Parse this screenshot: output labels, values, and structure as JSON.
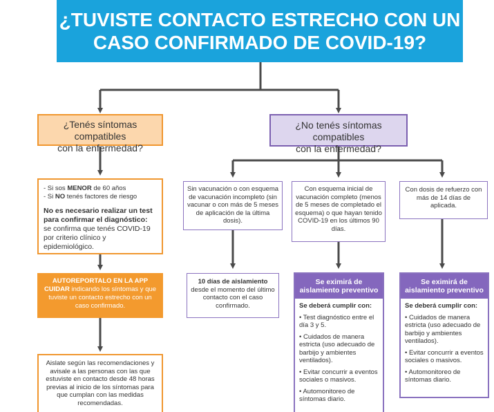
{
  "title": {
    "line1": "¿TUVISTE CONTACTO ESTRECHO CON UN",
    "line2": "CASO CONFIRMADO DE COVID-19?"
  },
  "left": {
    "question": {
      "line1": "¿Tenés síntomas compatibles",
      "line2": "con la enfermedad?"
    },
    "criteria": {
      "b1_pre": "- Si sos ",
      "b1_bold": "MENOR",
      "b1_post": " de 60 años",
      "b2_pre": "- Si ",
      "b2_bold": "NO",
      "b2_post": " tenés factores de riesgo",
      "note_bold": "No es necesario realizar un test para confirmar el diagnóstico:",
      "note_rest": " se confirma que tenés COVID-19 por criterio clínico y epidemiológico."
    },
    "report": {
      "bold": "AUTOREPORTALO EN LA APP CUIDAR",
      "rest": " indicando los síntomas y que tuviste un contacto estrecho con un caso confirmado."
    },
    "isolate": "Aislate según las recomendaciones y avisale a las personas con las que estuviste en contacto desde 48 horas previas al inicio de los síntomas para que cumplan con las medidas recomendadas."
  },
  "right": {
    "question": {
      "line1": "¿No tenés síntomas compatibles",
      "line2": "con la enfermedad?"
    },
    "col1": {
      "cond_pre": "Sin vacunación o con esquema de vacunación incompleto",
      "cond_rest": " (sin vacunar o con más de 5 meses de aplicación de la última dosis).",
      "result_bold": "10 días de aislamiento",
      "result_rest": " desde el momento del último contacto con el caso confirmado."
    },
    "col2": {
      "cond_bold1": "Con esquema inicial de vacunación completo",
      "cond_mid": " (menos de 5 meses de completado el esquema) o ",
      "cond_bold2": "que hayan tenido COVID-19 en los últimos 90 días.",
      "header_line1": "Se eximirá de",
      "header_line2": "aislamiento preventivo",
      "must": "Se deberá cumplir con:",
      "items": [
        "Test diagnóstico entre el día 3 y 5.",
        "Cuidados de manera estricta (uso adecuado de barbijo y ambientes ventilados).",
        "Evitar concurrir a eventos sociales o masivos.",
        "Automonitoreo de síntomas diario."
      ]
    },
    "col3": {
      "cond": "Con dosis de refuerzo con más de 14 días de aplicada.",
      "header_line1": "Se eximirá de",
      "header_line2": "aislamiento preventivo",
      "must": "Se deberá cumplir con:",
      "items": [
        "Cuidados de manera estricta (uso adecuado de barbijo y ambientes ventilados).",
        "Evitar concurrir a eventos sociales o masivos.",
        "Automonitoreo de síntomas diario."
      ]
    }
  },
  "colors": {
    "title_bg": "#1aa3dc",
    "orange": "#f39a2e",
    "orange_light": "#fcd7ad",
    "purple": "#8467bd",
    "purple_light": "#ddd6ee",
    "arrow": "#4a4a4a"
  }
}
